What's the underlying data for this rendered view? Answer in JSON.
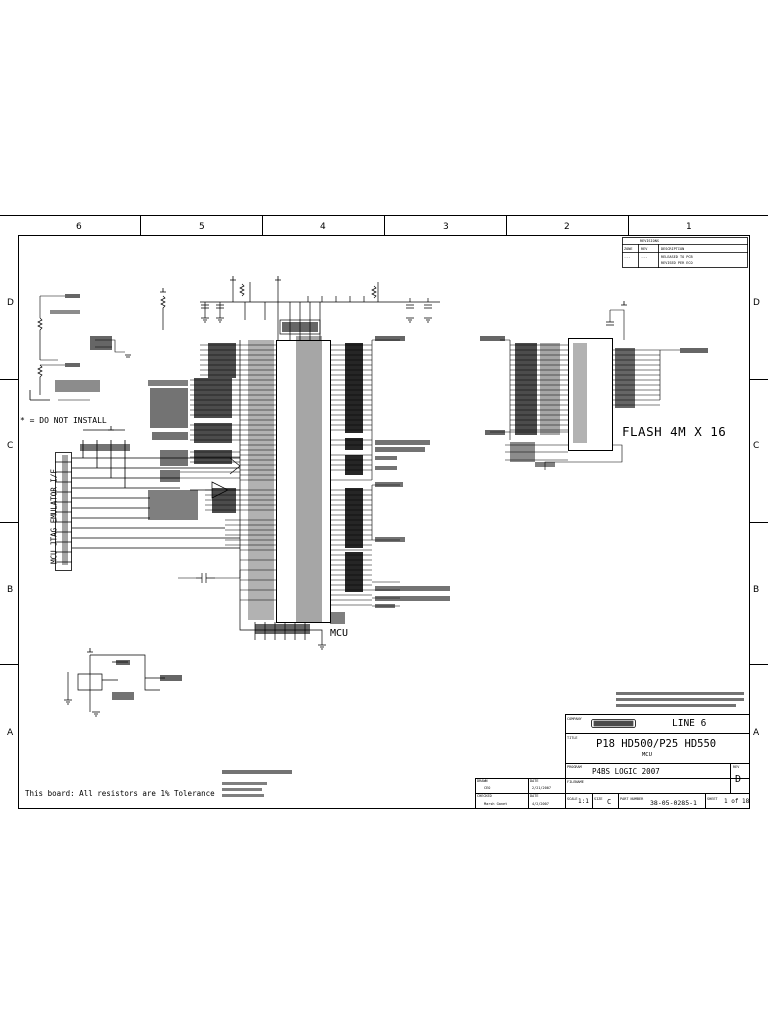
{
  "zones": {
    "columns": [
      "6",
      "5",
      "4",
      "3",
      "2",
      "1"
    ],
    "rows": [
      "D",
      "C",
      "B",
      "A"
    ]
  },
  "labels": {
    "do_not_install": "* = DO NOT INSTALL",
    "jtag": "MCU JTAG EMULATOR I/F",
    "flash": "FLASH 4M X 16",
    "mcu": "MCU",
    "resistor_note": "This board: All resistors are 1% Tolerance"
  },
  "title_block": {
    "company": "LINE 6",
    "title": "P18 HD500/P25 HD550",
    "subtitle": "MCU",
    "project": "P4BS LOGIC 2007",
    "scale": "1:1",
    "size_letter": "C",
    "rev": "D",
    "doc_number": "38-05-0285-1",
    "sheet": "1 of 18"
  }
}
